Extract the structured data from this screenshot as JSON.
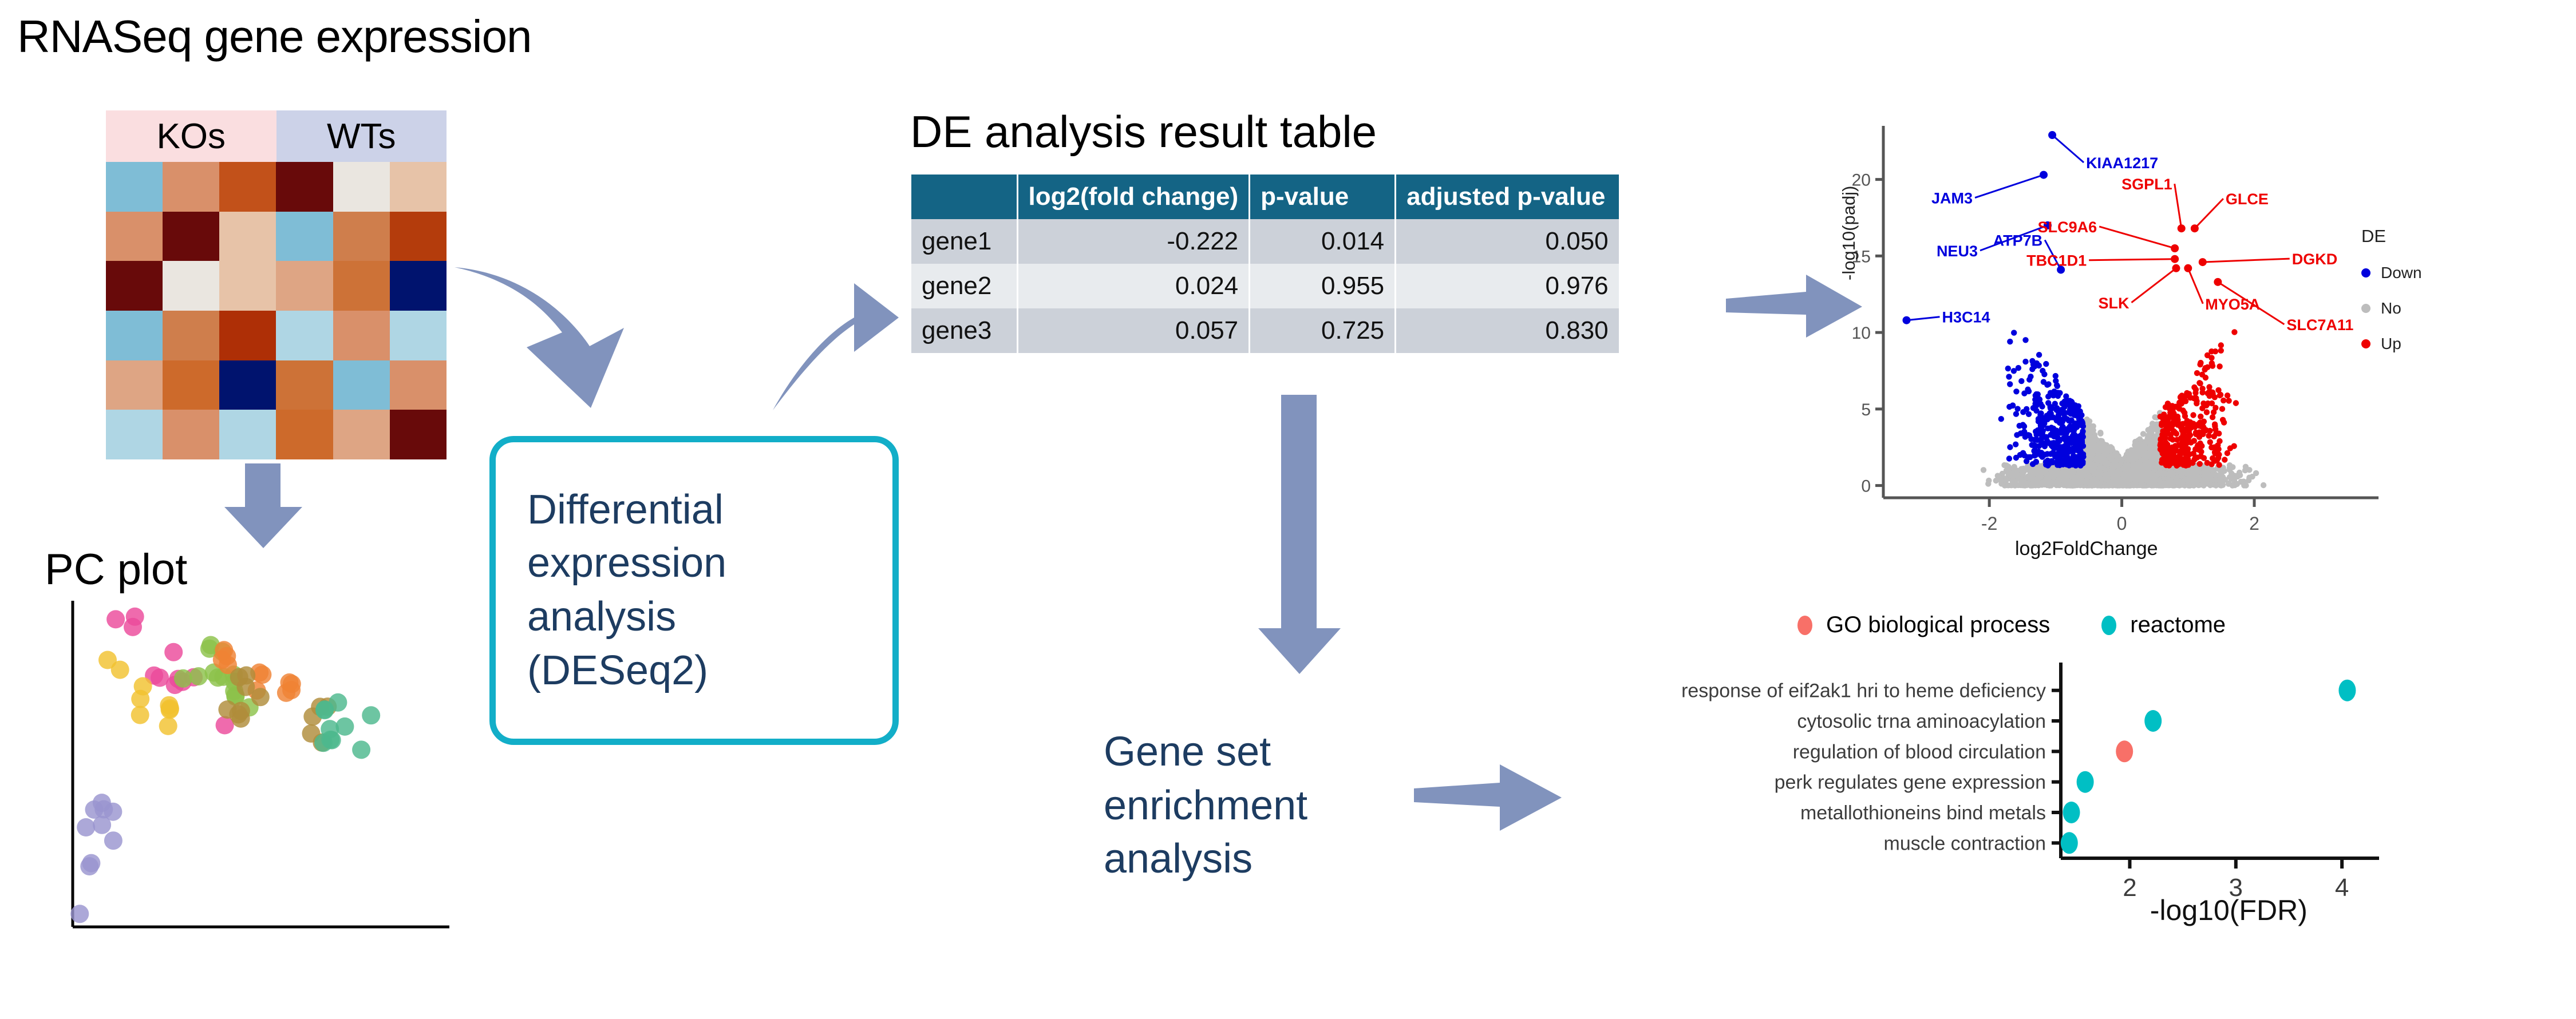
{
  "titles": {
    "rnaseq": "RNASeq gene expression",
    "pc_plot": "PC plot",
    "de_table": "DE analysis result table"
  },
  "heatmap": {
    "group_left": "KOs",
    "group_right": "WTs",
    "group_left_bg": "#fadee0",
    "group_right_bg": "#ccd2e8",
    "rows": [
      [
        "#7fbdd6",
        "#d9906a",
        "#c2511a",
        "#680a0a",
        "#eae6e0",
        "#e7c3a8"
      ],
      [
        "#d9906a",
        "#680a0a",
        "#e7c3a8",
        "#7fbdd6",
        "#cf7e4c",
        "#b43c0c"
      ],
      [
        "#680a0a",
        "#eae6e0",
        "#e7c3a8",
        "#dea584",
        "#cd7237",
        "#00136e"
      ],
      [
        "#7fbdd6",
        "#cf7e4c",
        "#ae2f06",
        "#afd6e4",
        "#d9906a",
        "#afd6e4"
      ],
      [
        "#dea584",
        "#cd6a2b",
        "#00136e",
        "#cd7237",
        "#7fbdd6",
        "#d9906a"
      ],
      [
        "#afd6e4",
        "#d9906a",
        "#afd6e4",
        "#cd6a2b",
        "#dea584",
        "#680a0a"
      ]
    ]
  },
  "deseq_box": {
    "line1": "Differential",
    "line2": "expression",
    "line3": "analysis",
    "line4": "(DESeq2)",
    "border_color": "#12aec8",
    "text_color": "#1d3c61"
  },
  "gsea_label": {
    "line1": "Gene set",
    "line2": "enrichment",
    "line3": "analysis"
  },
  "de_table": {
    "header_bg": "#146485",
    "columns": [
      "",
      "log2(fold change)",
      "p-value",
      "adjusted p-value"
    ],
    "rows": [
      {
        "gene": "gene1",
        "log2fc": "-0.222",
        "pvalue": "0.014",
        "padj": "0.050"
      },
      {
        "gene": "gene2",
        "log2fc": "0.024",
        "pvalue": "0.955",
        "padj": "0.976"
      },
      {
        "gene": "gene3",
        "log2fc": "0.057",
        "pvalue": "0.725",
        "padj": "0.830"
      }
    ]
  },
  "chart_data": [
    {
      "type": "scatter",
      "name": "volcano-plot",
      "title": "",
      "xlabel": "log2FoldChange",
      "ylabel": "-log10(padj)",
      "xticks": [
        -2,
        0,
        2
      ],
      "yticks": [
        0,
        5,
        10,
        15,
        20
      ],
      "xlim": [
        -3.6,
        3.4
      ],
      "ylim": [
        -0.8,
        23.5
      ],
      "legend_title": "DE",
      "legend": [
        {
          "label": "Down",
          "color": "#0000dd"
        },
        {
          "label": "No",
          "color": "#bdbdbd"
        },
        {
          "label": "Up",
          "color": "#ee0000"
        }
      ],
      "annotations": [
        {
          "gene": "KIAA1217",
          "x": -1.05,
          "y": 22.9,
          "color": "#0000dd"
        },
        {
          "gene": "JAM3",
          "x": -1.18,
          "y": 20.3,
          "color": "#0000dd"
        },
        {
          "gene": "NEU3",
          "x": -1.12,
          "y": 17.0,
          "color": "#0000dd"
        },
        {
          "gene": "ATP7B",
          "x": -0.92,
          "y": 14.1,
          "color": "#0000dd"
        },
        {
          "gene": "H3C14",
          "x": -3.25,
          "y": 10.8,
          "color": "#0000dd"
        },
        {
          "gene": "SGPL1",
          "x": 0.9,
          "y": 16.8,
          "color": "#ee0000"
        },
        {
          "gene": "GLCE",
          "x": 1.1,
          "y": 16.8,
          "color": "#ee0000"
        },
        {
          "gene": "SLC9A6",
          "x": 0.8,
          "y": 15.5,
          "color": "#ee0000"
        },
        {
          "gene": "TBC1D1",
          "x": 0.8,
          "y": 14.8,
          "color": "#ee0000"
        },
        {
          "gene": "DGKD",
          "x": 1.22,
          "y": 14.6,
          "color": "#ee0000"
        },
        {
          "gene": "SLK",
          "x": 0.82,
          "y": 14.2,
          "color": "#ee0000"
        },
        {
          "gene": "MYO5A",
          "x": 1.0,
          "y": 14.2,
          "color": "#ee0000"
        },
        {
          "gene": "SLC7A11",
          "x": 1.45,
          "y": 13.3,
          "color": "#ee0000"
        }
      ]
    },
    {
      "type": "scatter",
      "name": "gsea-dotplot",
      "xlabel": "-log10(FDR)",
      "ylabel": "",
      "xticks": [
        2,
        3,
        4
      ],
      "xlim": [
        1.35,
        4.35
      ],
      "legend": [
        {
          "label": "GO biological process",
          "color": "#f87068"
        },
        {
          "label": "reactome",
          "color": "#00bfc4"
        }
      ],
      "categories": [
        "response of eif2ak1 hri to heme deficiency",
        "cytosolic trna aminoacylation",
        "regulation of blood circulation",
        "perk regulates gene expression",
        "metallothioneins bind metals",
        "muscle contraction"
      ],
      "values": [
        4.05,
        2.22,
        1.95,
        1.58,
        1.45,
        1.43
      ],
      "point_sets": [
        "reactome",
        "reactome",
        "GO biological process",
        "reactome",
        "reactome",
        "reactome"
      ]
    },
    {
      "type": "scatter",
      "name": "pc-plot",
      "xlabel": "",
      "ylabel": "",
      "groups": [
        {
          "color": "#ec4a9b"
        },
        {
          "color": "#f2c230"
        },
        {
          "color": "#8cc24a"
        },
        {
          "color": "#ef8235"
        },
        {
          "color": "#b08c3a"
        },
        {
          "color": "#4db88e"
        },
        {
          "color": "#9a95d0"
        }
      ]
    }
  ],
  "arrows": {
    "color": "#8193bd"
  }
}
